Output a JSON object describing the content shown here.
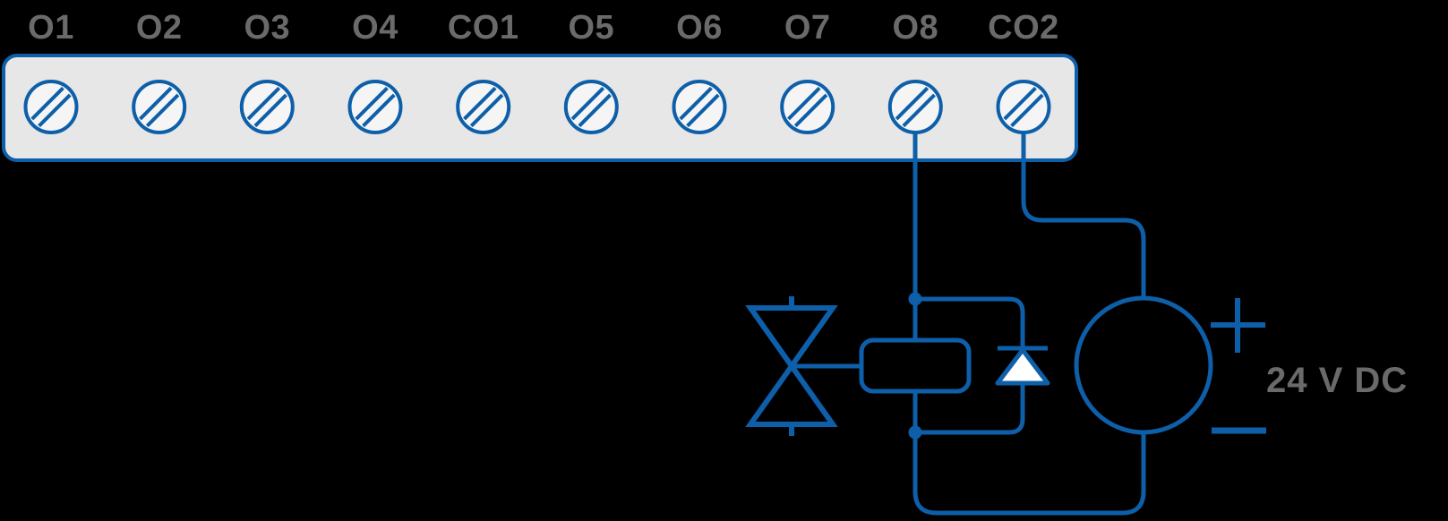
{
  "diagram": {
    "kind": "terminal-block-wiring-diagram",
    "power_supply_label": "24 V DC",
    "connected_terminals": [
      "O8",
      "CO2"
    ],
    "components": [
      {
        "icon": "valve-icon"
      },
      {
        "icon": "relay-coil-icon"
      },
      {
        "icon": "flyback-diode-icon"
      },
      {
        "icon": "dc-power-source-icon"
      },
      {
        "icon": "plus-icon"
      },
      {
        "icon": "minus-icon"
      },
      {
        "icon": "screw-terminal-icon"
      }
    ]
  },
  "terminal_block": {
    "terminals": [
      {
        "label": "O1"
      },
      {
        "label": "O2"
      },
      {
        "label": "O3"
      },
      {
        "label": "O4"
      },
      {
        "label": "CO1"
      },
      {
        "label": "O5"
      },
      {
        "label": "O6"
      },
      {
        "label": "O7"
      },
      {
        "label": "O8"
      },
      {
        "label": "CO2"
      }
    ]
  },
  "colors": {
    "wire_blue": "#0e5fa9",
    "label_gray": "#6a6a6a",
    "block_fill": "#e7e7e7",
    "terminal_fill": "#f5f5f5",
    "diode_fill": "#ffffff",
    "background": "#000000"
  }
}
